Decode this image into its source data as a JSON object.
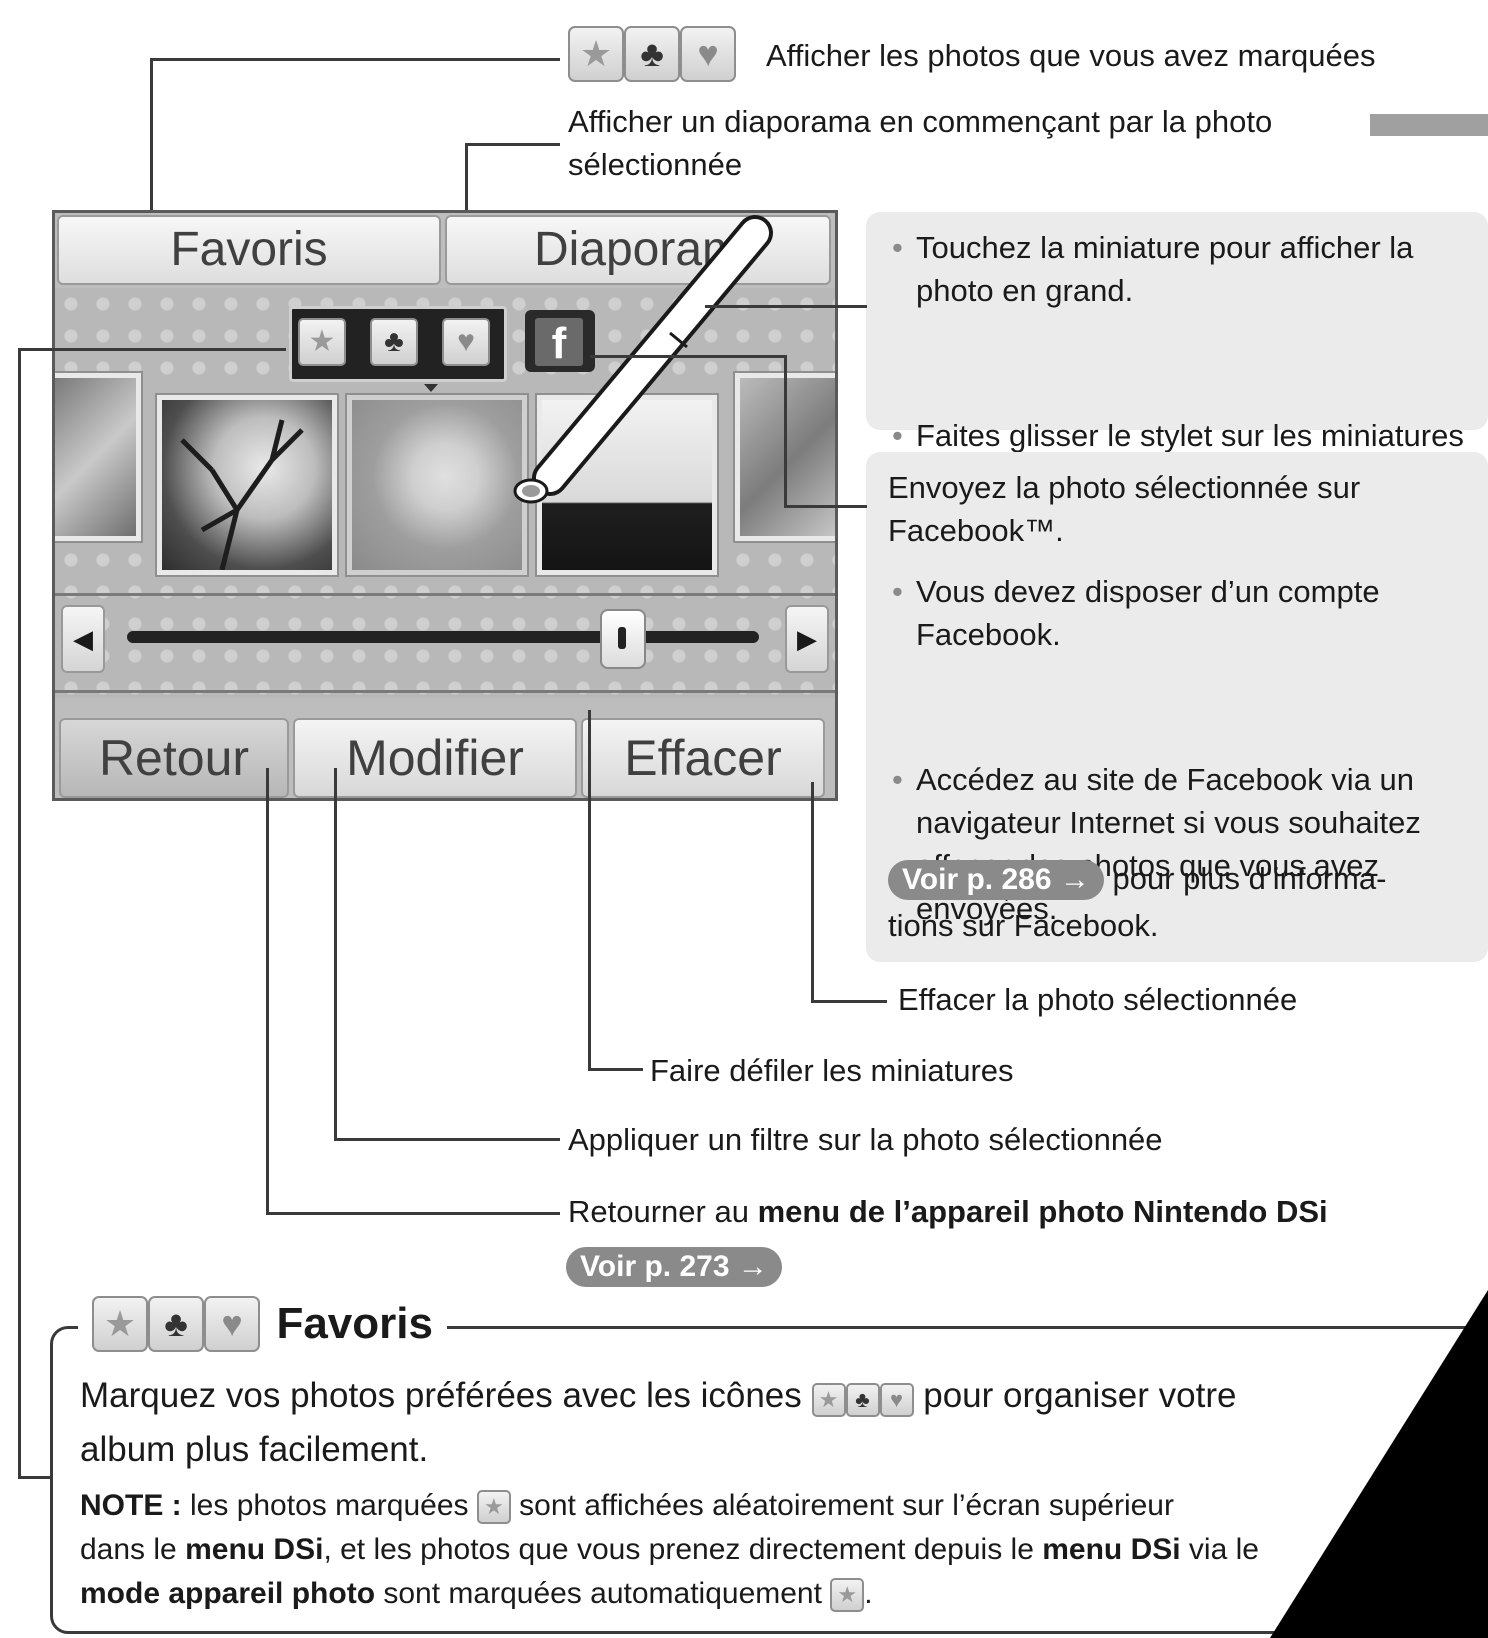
{
  "callouts": {
    "marked_photos": "Afficher les photos que vous avez marquées",
    "slideshow": "Afficher un diaporama en commençant par la photo sélectionnée",
    "delete": "Effacer la photo sélectionnée",
    "scroll": "Faire défiler les miniatures",
    "filter": "Appliquer un filtre sur la photo sélectionnée",
    "return_pre": "Retourner au ",
    "return_bold": "menu de l’appareil photo Nintendo DSi",
    "return_link": "Voir p. 273 →"
  },
  "screen": {
    "favoris_label": "Favoris",
    "diaporama_label": "Diaporam",
    "retour_label": "Retour",
    "modifier_label": "Modifier",
    "effacer_label": "Effacer",
    "facebook_glyph": "f"
  },
  "panel_touch": {
    "bullet1": "Touchez la miniature pour afficher la photo en grand.",
    "bullet2": "Faites glisser le stylet sur les miniatures pour les faire défiler."
  },
  "panel_facebook": {
    "intro": "Envoyez la photo sélectionnée sur Facebook™.",
    "bullet1": "Vous devez disposer d’un compte Facebook.",
    "bullet2": "Accédez au site de Facebook via un navigateur Internet si vous souhaitez effacer des photos que vous avez envoyées.",
    "link": "Voir p. 286 →",
    "after_link": " pour plus d’informa-",
    "after_link2": "tions sur Facebook."
  },
  "favoris_box": {
    "title": "Favoris",
    "line1_pre": "Marquez vos photos préférées avec les icônes ",
    "line1_post": " pour organiser votre",
    "line2": "album plus facilement.",
    "note_label": "NOTE :",
    "note_1": " les photos marquées ",
    "note_2": " sont affichées aléatoirement sur l’écran supérieur",
    "note_3": "dans le ",
    "note_menu": "menu DSi",
    "note_4": ", et les photos que vous prenez directement depuis le ",
    "note_menu2": "menu DSi",
    "note_5": " via le",
    "note_mode": "mode appareil photo",
    "note_6": " sont marquées automatiquement ",
    "note_end": "."
  },
  "icons": {
    "star": "★",
    "club": "♣",
    "heart": "♥",
    "left_arrow": "◀",
    "right_arrow": "▶"
  }
}
